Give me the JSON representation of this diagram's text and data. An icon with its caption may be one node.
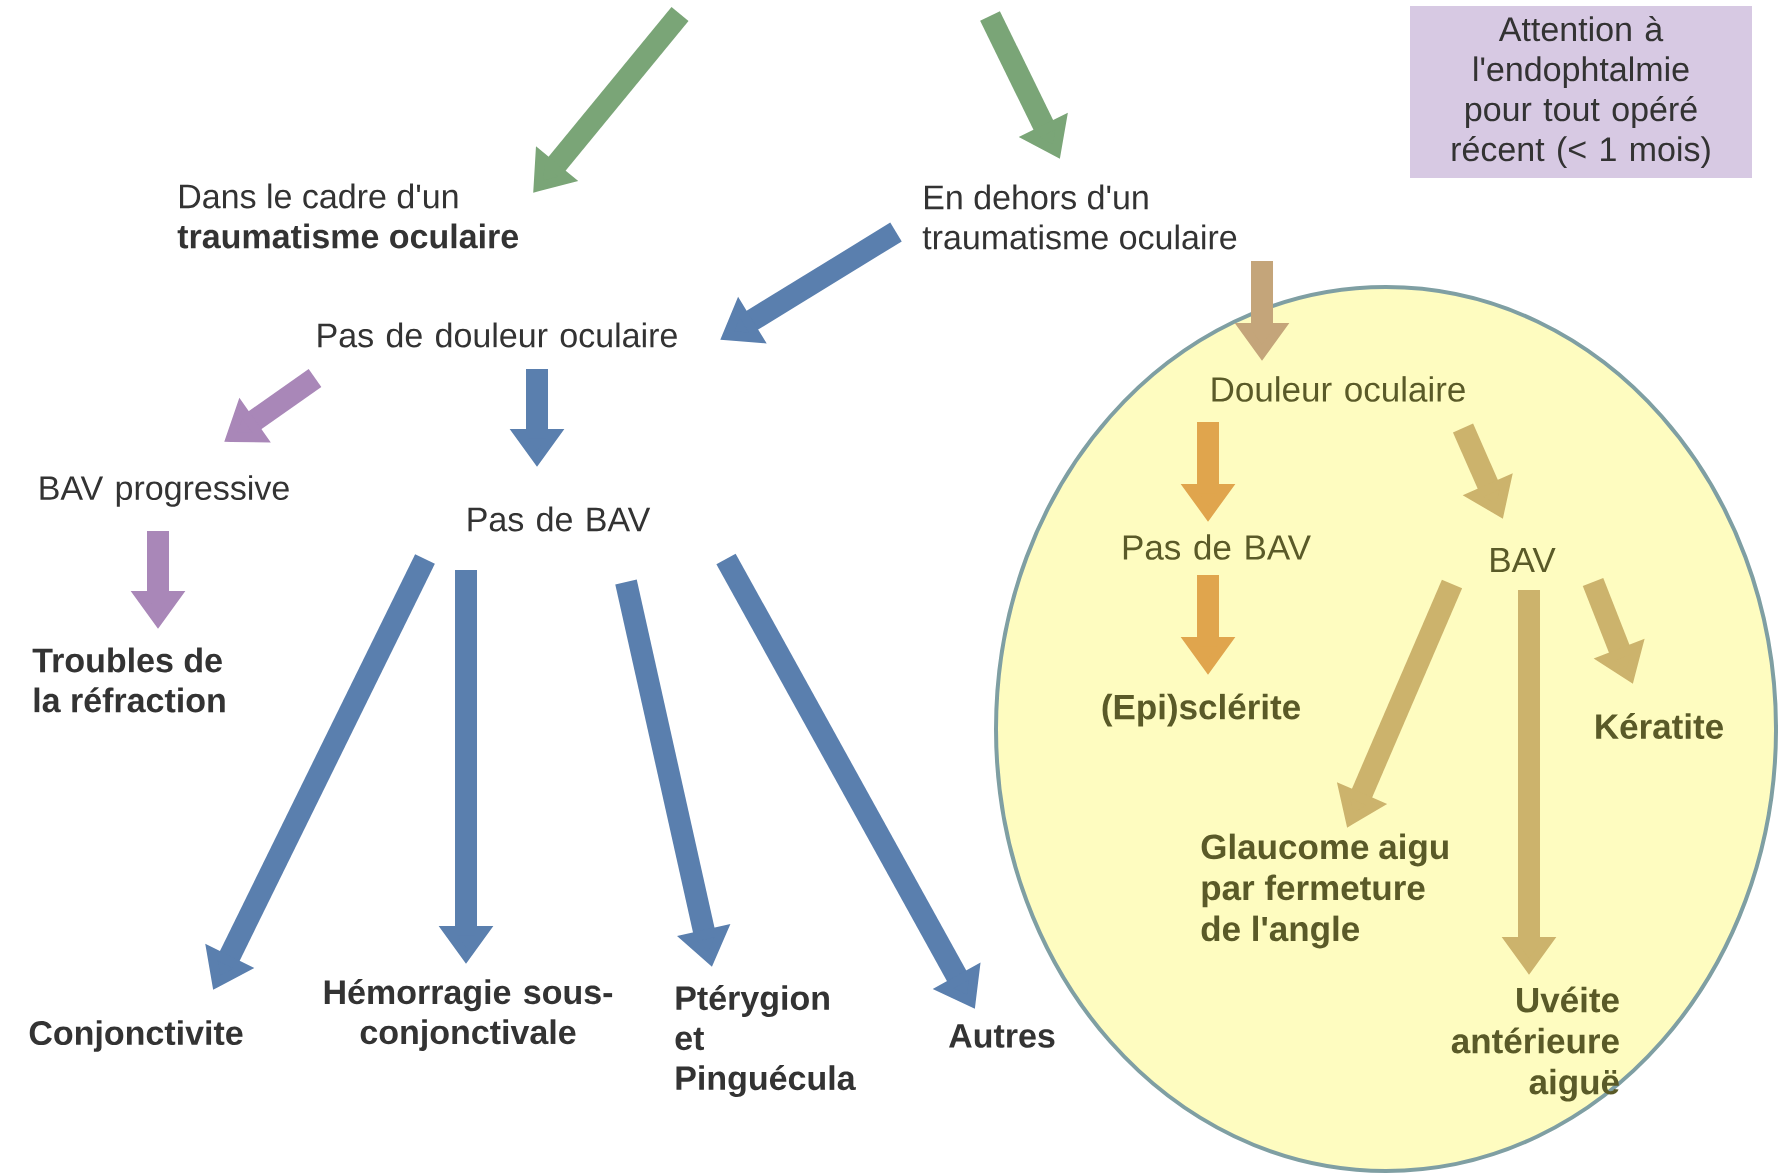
{
  "diagram": {
    "nodes": [
      {
        "text": [
          "Attention à l'endophtalmie pour tout opéré récent (< 1 mois)"
        ]
      },
      {
        "text": [
          "Dans le cadre d'un **traumatisme oculaire**"
        ]
      },
      {
        "text": [
          "En dehors d'un traumatisme oculaire"
        ]
      },
      {
        "text": [
          "Pas de douleur oculaire"
        ]
      },
      {
        "text": [
          "BAV progressive"
        ]
      },
      {
        "text": [
          "Pas de BAV"
        ]
      },
      {
        "text": [
          "Troubles de la réfraction"
        ]
      },
      {
        "text": [
          "Conjonctivite"
        ]
      },
      {
        "text": [
          "Hémorragie sous-conjonctivale"
        ]
      },
      {
        "text": [
          "Ptérygion et Pinguécula"
        ]
      },
      {
        "text": [
          "Autres"
        ]
      },
      {
        "text": [],
        "shape": "ellipse"
      },
      {
        "text": [
          "Douleur oculaire"
        ],
        "in": 11
      },
      {
        "text": [
          "Pas de BAV"
        ],
        "in": 11
      },
      {
        "text": [
          "BAV"
        ],
        "in": 11
      },
      {
        "text": [
          "(Epi)sclérite"
        ],
        "in": 11
      },
      {
        "text": [
          "Kératite"
        ],
        "in": 11
      },
      {
        "text": [
          "Glaucome aigu par fermeture de l'angle"
        ],
        "in": 11
      },
      {
        "text": [
          "Uvéite antérieure aiguë"
        ],
        "in": 11
      }
    ],
    "edges": [
      {
        "from": null,
        "to": 1,
        "arrow": "to",
        "color": "#7aa577"
      },
      {
        "from": null,
        "to": 2,
        "arrow": "to",
        "color": "#7aa577"
      },
      {
        "from": 2,
        "to": 3,
        "arrow": "to"
      },
      {
        "from": 3,
        "to": 4,
        "arrow": "to",
        "color": "#a987b8"
      },
      {
        "from": 3,
        "to": 5,
        "arrow": "to"
      },
      {
        "from": 4,
        "to": 6,
        "arrow": "to",
        "color": "#a987b8"
      },
      {
        "from": 5,
        "to": 7,
        "arrow": "to"
      },
      {
        "from": 5,
        "to": 8,
        "arrow": "to"
      },
      {
        "from": 5,
        "to": 9,
        "arrow": "to"
      },
      {
        "from": 5,
        "to": 10,
        "arrow": "to"
      },
      {
        "from": 2,
        "to": 12,
        "arrow": "to",
        "color": "#c4a57a"
      },
      {
        "from": 12,
        "to": 13,
        "arrow": "to",
        "color": "#e0a54d"
      },
      {
        "from": 12,
        "to": 14,
        "arrow": "to",
        "color": "#ccb36c"
      },
      {
        "from": 13,
        "to": 15,
        "arrow": "to",
        "color": "#e0a54d"
      },
      {
        "from": 14,
        "to": 17,
        "arrow": "to",
        "color": "#ccb36c"
      },
      {
        "from": 14,
        "to": 18,
        "arrow": "to",
        "color": "#ccb36c"
      },
      {
        "from": 14,
        "to": 16,
        "arrow": "to",
        "color": "#ccb36c"
      }
    ]
  }
}
